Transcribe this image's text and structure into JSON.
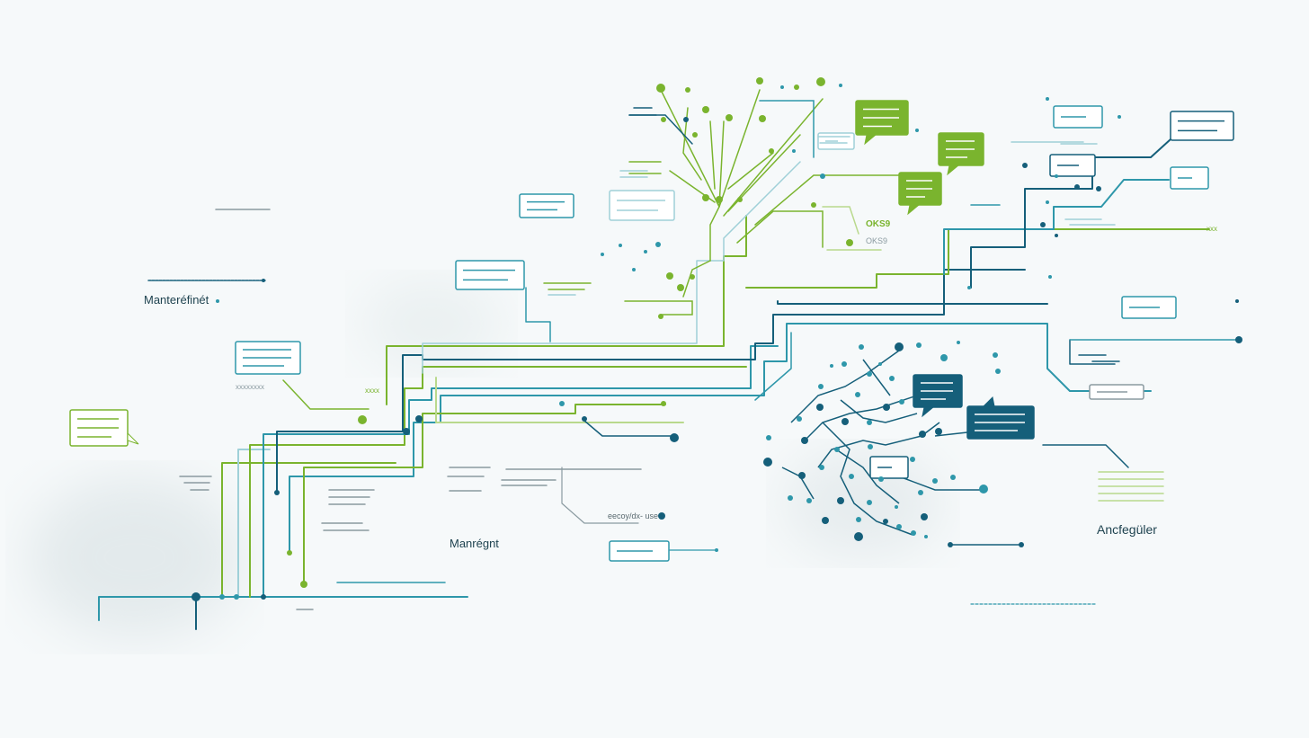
{
  "colors": {
    "background": "#f6f9fa",
    "green": "#7ab42e",
    "teal": "#2e97aa",
    "navy": "#155f7a",
    "light_teal": "#9fd0d8",
    "light_green": "#b9d98d",
    "gray": "#8a9aa0"
  },
  "labels": {
    "left_label": "Manteréfinét",
    "bottom_label": "Manrégnt",
    "right_label": "Ancfegüler",
    "green_badge": "OKS9",
    "small_label": "OKS9",
    "mid_caption": "eecoy/dx- use",
    "left_caption": "xxxxxxxx",
    "small_green_tag": "xxxx",
    "right_tag": "xxx"
  },
  "icons": [
    "speech-bubble-icon",
    "node-dot-icon",
    "connector-line-icon"
  ]
}
